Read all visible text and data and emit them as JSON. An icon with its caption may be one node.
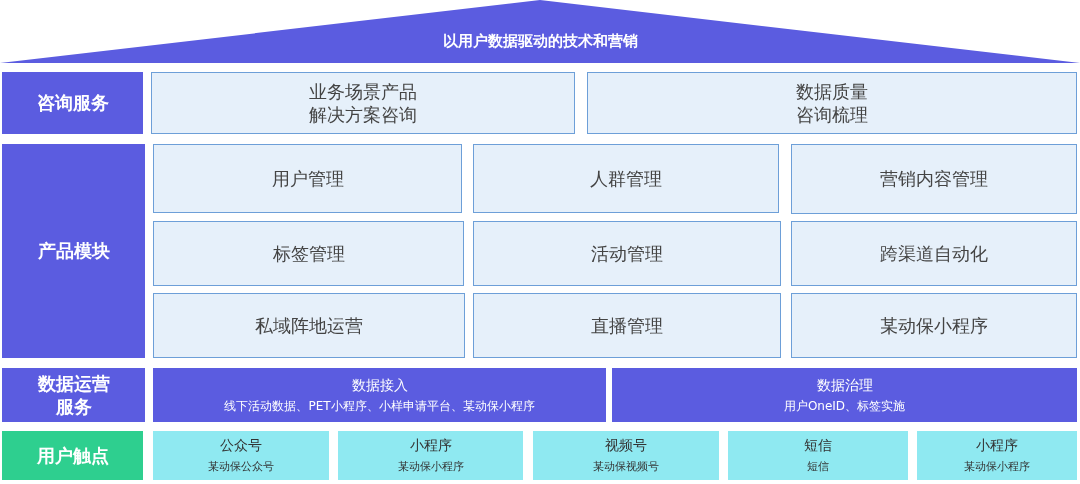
{
  "diagram": {
    "nodes": [
      {
        "text": [
          "以用户数据驱动的技术和营销"
        ]
      },
      {
        "text": [
          "咨询服务"
        ]
      },
      {
        "text": [
          "业务场景产品解决方案咨询"
        ]
      },
      {
        "text": [
          "数据质量咨询梳理"
        ]
      },
      {
        "text": [
          "产品模块"
        ]
      },
      {
        "text": [
          "用户管理"
        ]
      },
      {
        "text": [
          "人群管理"
        ]
      },
      {
        "text": [
          "营销内容管理"
        ]
      },
      {
        "text": [
          "标签管理"
        ]
      },
      {
        "text": [
          "活动管理"
        ]
      },
      {
        "text": [
          "跨渠道自动化"
        ]
      },
      {
        "text": [
          "私域阵地运营"
        ]
      },
      {
        "text": [
          "直播管理"
        ]
      },
      {
        "text": [
          "某动保小程序"
        ]
      },
      {
        "text": [
          "数据运营服务"
        ]
      },
      {
        "text": [
          "数据接入",
          "线下活动数据、PET小程序、小样申请平台、某动保小程序"
        ]
      },
      {
        "text": [
          "数据治理",
          "用户OneID、标签实施"
        ]
      },
      {
        "text": [
          "用户触点"
        ]
      },
      {
        "text": [
          "公众号",
          "某动保公众号"
        ]
      },
      {
        "text": [
          "小程序",
          "某动保小程序"
        ]
      },
      {
        "text": [
          "视频号",
          "某动保视频号"
        ]
      },
      {
        "text": [
          "短信",
          "短信"
        ]
      },
      {
        "text": [
          "小程序",
          "某动保小程序"
        ]
      }
    ]
  }
}
